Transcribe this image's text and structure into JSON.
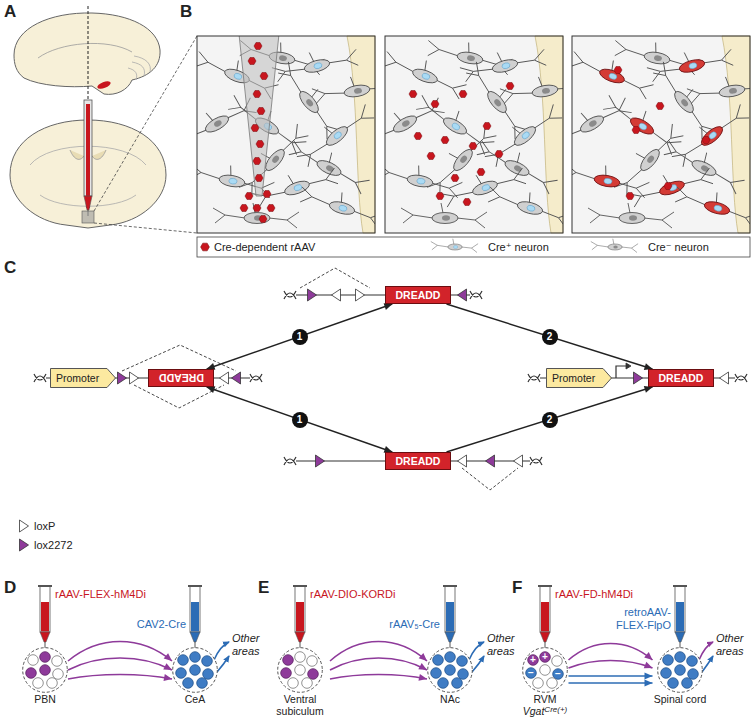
{
  "diagram": {
    "nodes": [
      {
        "text": [
          "Promoter"
        ]
      },
      {
        "text": [
          "DREADD"
        ]
      },
      {
        "text": [
          "DREADD"
        ]
      },
      {
        "text": [
          "DREADD"
        ]
      },
      {
        "text": [
          "Promoter"
        ]
      },
      {
        "text": [
          "DREADD"
        ]
      },
      {
        "text": [
          "PBN"
        ]
      },
      {
        "text": [
          "CeA"
        ]
      },
      {
        "text": [
          "Ventral subiculum"
        ]
      },
      {
        "text": [
          "NAc"
        ]
      },
      {
        "text": [
          "RVM",
          "Vgat",
          "Cre(+)"
        ]
      },
      {
        "text": [
          "Spinal cord"
        ]
      }
    ],
    "edges": [
      {
        "from": 1,
        "to": 2,
        "label": "1",
        "arrow": "both"
      },
      {
        "from": 1,
        "to": 3,
        "label": "1",
        "arrow": "both"
      },
      {
        "from": 2,
        "to": 5,
        "label": "2",
        "arrow": "to"
      },
      {
        "from": 3,
        "to": 5,
        "label": "2",
        "arrow": "to"
      },
      {
        "from": 6,
        "to": 7,
        "arrow": "to"
      },
      {
        "from": 6,
        "to": 7,
        "arrow": "to"
      },
      {
        "from": 6,
        "to": 7,
        "arrow": "to"
      },
      {
        "from": 8,
        "to": 9,
        "arrow": "to"
      },
      {
        "from": 8,
        "to": 9,
        "arrow": "to"
      },
      {
        "from": 8,
        "to": 9,
        "arrow": "to"
      },
      {
        "from": 10,
        "to": 11,
        "arrow": "to"
      },
      {
        "from": 10,
        "to": 11,
        "arrow": "to"
      },
      {
        "from": 10,
        "to": 11,
        "arrow": "to"
      },
      {
        "from": 10,
        "to": 11,
        "arrow": "to"
      }
    ],
    "labels": [
      "A",
      "B",
      "C",
      "D",
      "E",
      "F",
      "rAAV-FLEX-hM4Di",
      "CAV2-Cre",
      "Other areas",
      "rAAV-DIO-KORDi",
      "rAAV₅-Cre",
      "Other areas",
      "rAAV-FD-hM4Di",
      "retroAAV-FLEX-FlpO",
      "Other areas",
      "+",
      "+",
      "−",
      "−"
    ],
    "legend": [
      {
        "text": "Cre-dependent rAAV"
      },
      {
        "text": "Cre⁺ neuron"
      },
      {
        "text": "Cre⁻ neuron"
      },
      {
        "text": "loxP"
      },
      {
        "text": "lox2272"
      }
    ]
  }
}
